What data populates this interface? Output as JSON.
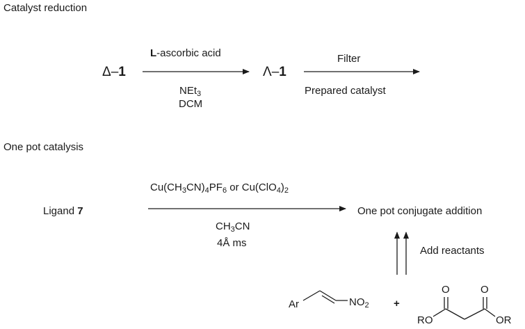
{
  "section1": {
    "heading": "Catalyst reduction",
    "start_prefix": "Δ–",
    "start_number": "1",
    "reagent_bold": "L",
    "reagent_rest": "-ascorbic acid",
    "cond_base": "NEt",
    "cond_base_sub": "3",
    "cond_solvent": "DCM",
    "product_prefix": "Λ–",
    "product_number": "1",
    "step2_above": "Filter",
    "step2_below": "Prepared catalyst"
  },
  "section2": {
    "heading": "One pot catalysis",
    "ligand_text": "Ligand ",
    "ligand_number": "7",
    "reagent_a1": "Cu(CH",
    "reagent_a1_sub": "3",
    "reagent_a2": "CN)",
    "reagent_a2_sub": "4",
    "reagent_a3": "PF",
    "reagent_a3_sub": "6",
    "reagent_or": " or Cu(ClO",
    "reagent_b_sub": "4",
    "reagent_b_end": ")",
    "reagent_b_end_sub": "2",
    "cond_solvent": "CH",
    "cond_solvent_sub": "3",
    "cond_solvent_end": "CN",
    "cond_sieves": "4Å ms",
    "product": "One pot conjugate addition",
    "add_label": "Add reactants"
  },
  "reactants": {
    "ar_label": "Ar",
    "nitro_label": "NO",
    "nitro_sub": "2",
    "plus": "+",
    "oxygen_left": "O",
    "oxygen_right": "O",
    "ro_left": "RO",
    "or_right": "OR"
  }
}
